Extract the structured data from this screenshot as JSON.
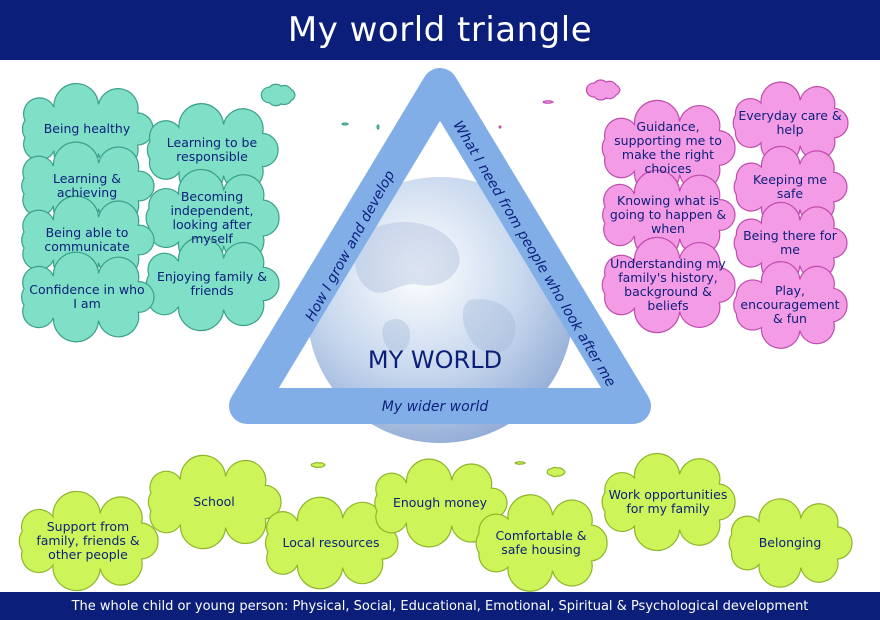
{
  "title": "My world triangle",
  "footer": "The whole child or young person: Physical, Social, Educational, Emotional, Spiritual & Psychological development",
  "colors": {
    "banner": "#0b1f7a",
    "teal": "#7fdfc7",
    "pink": "#f49be6",
    "green": "#cdf55a",
    "triangle": "#82aee8"
  },
  "triangle": {
    "center_label": "MY WORLD",
    "left_side": "How I grow and develop",
    "right_side": "What I need from people who look after me",
    "bottom_side": "My wider world"
  },
  "grow_items": [
    "Being healthy",
    "Learning to be responsible",
    "Learning & achieving",
    "Becoming independent, looking after myself",
    "Being able to communicate",
    "Enjoying family & friends",
    "Confidence in who I am"
  ],
  "need_items": [
    "Guidance, supporting me to make the right choices",
    "Everyday care & help",
    "Knowing what is going to happen & when",
    "Keeping me safe",
    "Understanding my family's history, background & beliefs",
    "Being there for me",
    "Play, encouragement & fun"
  ],
  "wider_items": [
    "Support from family, friends & other people",
    "School",
    "Local resources",
    "Enough money",
    "Comfortable & safe housing",
    "Work opportunities for my family",
    "Belonging"
  ]
}
